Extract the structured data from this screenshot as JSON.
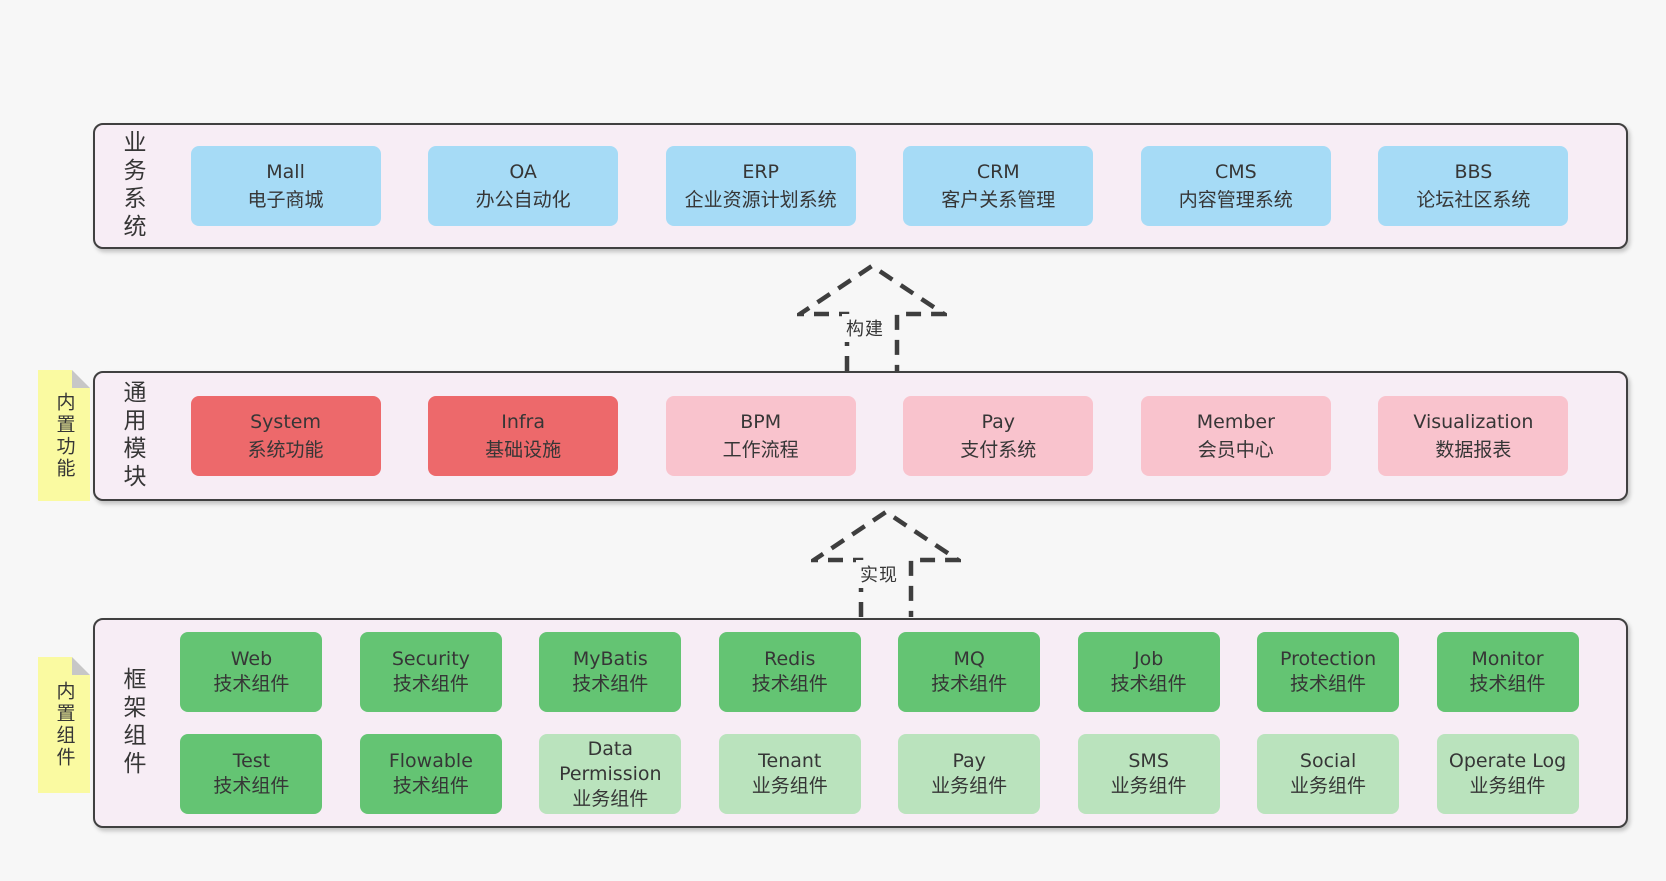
{
  "colors": {
    "page-bg": "#f7f7f7",
    "section-bg": "#f7edf5",
    "section-border": "#404040",
    "text": "#363636",
    "blue": "#a6dbf6",
    "red": "#ed696b",
    "pink": "#f9c3cd",
    "green-dark": "#64c473",
    "green-light": "#bae3bd",
    "sticky-yellow": "#fafaa1",
    "fold-gray": "#c7c7c7",
    "arrow": "#3e3e3e"
  },
  "sections": {
    "business": {
      "label": "业务系统",
      "boxes": [
        {
          "en": "Mall",
          "zh": "电子商城"
        },
        {
          "en": "OA",
          "zh": "办公自动化"
        },
        {
          "en": "ERP",
          "zh": "企业资源计划系统"
        },
        {
          "en": "CRM",
          "zh": "客户关系管理"
        },
        {
          "en": "CMS",
          "zh": "内容管理系统"
        },
        {
          "en": "BBS",
          "zh": "论坛社区系统"
        }
      ]
    },
    "common": {
      "label": "通用模块",
      "sticky": "内置功能",
      "boxes": [
        {
          "en": "System",
          "zh": "系统功能"
        },
        {
          "en": "Infra",
          "zh": "基础设施"
        },
        {
          "en": "BPM",
          "zh": "工作流程"
        },
        {
          "en": "Pay",
          "zh": "支付系统"
        },
        {
          "en": "Member",
          "zh": "会员中心"
        },
        {
          "en": "Visualization",
          "zh": "数据报表"
        }
      ]
    },
    "framework": {
      "label": "框架组件",
      "sticky": "内置组件",
      "row1": [
        {
          "en": "Web",
          "zh": "技术组件"
        },
        {
          "en": "Security",
          "zh": "技术组件"
        },
        {
          "en": "MyBatis",
          "zh": "技术组件"
        },
        {
          "en": "Redis",
          "zh": "技术组件"
        },
        {
          "en": "MQ",
          "zh": "技术组件"
        },
        {
          "en": "Job",
          "zh": "技术组件"
        },
        {
          "en": "Protection",
          "zh": "技术组件"
        },
        {
          "en": "Monitor",
          "zh": "技术组件"
        }
      ],
      "row2": [
        {
          "en": "Test",
          "zh": "技术组件"
        },
        {
          "en": "Flowable",
          "zh": "技术组件"
        },
        {
          "en": "Data Permission",
          "zh": "业务组件"
        },
        {
          "en": "Tenant",
          "zh": "业务组件"
        },
        {
          "en": "Pay",
          "zh": "业务组件"
        },
        {
          "en": "SMS",
          "zh": "业务组件"
        },
        {
          "en": "Social",
          "zh": "业务组件"
        },
        {
          "en": "Operate Log",
          "zh": "业务组件"
        }
      ]
    }
  },
  "arrows": {
    "build": "构建",
    "implement": "实现"
  }
}
